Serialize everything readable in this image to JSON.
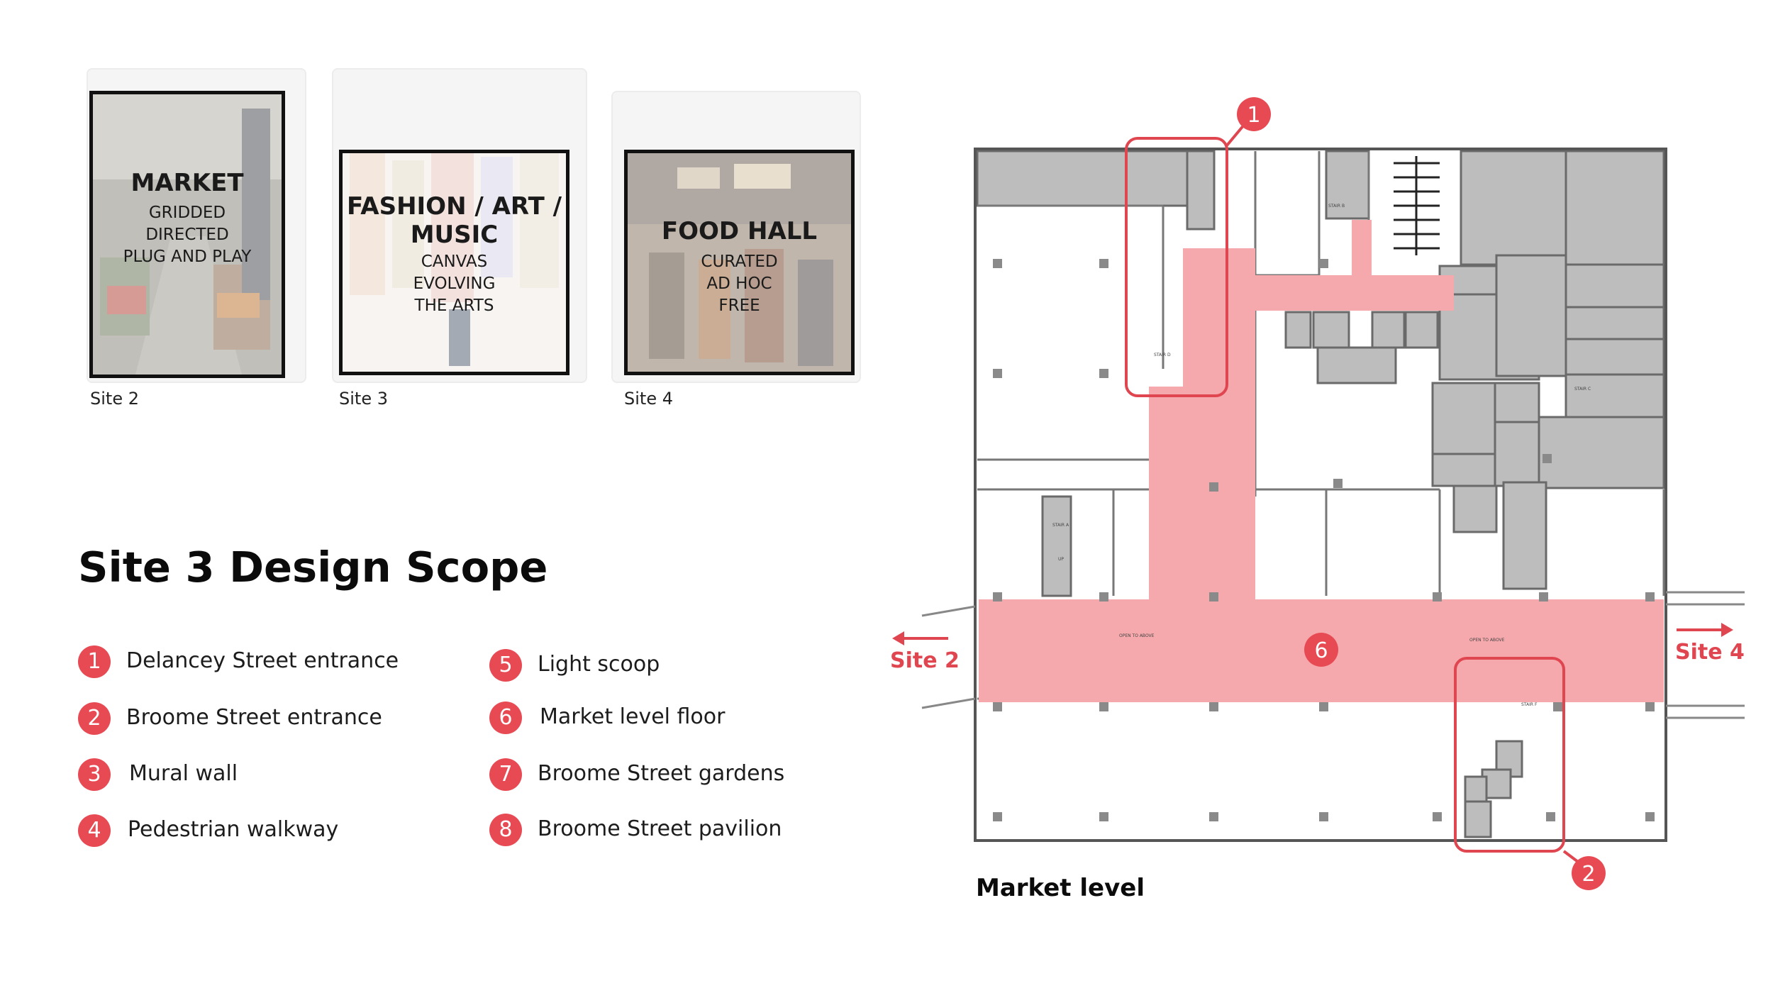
{
  "sites": [
    {
      "caption": "Site 2",
      "title": "MARKET",
      "lines": [
        "GRIDDED",
        "DIRECTED",
        "PLUG AND PLAY"
      ]
    },
    {
      "caption": "Site 3",
      "title_lines": [
        "FASHION / ART /",
        "MUSIC"
      ],
      "lines": [
        "CANVAS",
        "EVOLVING",
        "THE ARTS"
      ]
    },
    {
      "caption": "Site 4",
      "title": "FOOD HALL",
      "lines": [
        "CURATED",
        "AD HOC",
        "FREE"
      ]
    }
  ],
  "scope": {
    "title": "Site 3 Design Scope",
    "items": [
      {
        "num": "1",
        "label": "Delancey Street entrance"
      },
      {
        "num": "2",
        "label": "Broome Street entrance"
      },
      {
        "num": "3",
        "label": "Mural wall"
      },
      {
        "num": "4",
        "label": "Pedestrian walkway"
      },
      {
        "num": "5",
        "label": "Light scoop"
      },
      {
        "num": "6",
        "label": "Market level floor"
      },
      {
        "num": "7",
        "label": "Broome Street gardens"
      },
      {
        "num": "8",
        "label": "Broome Street pavilion"
      }
    ]
  },
  "plan": {
    "caption": "Market level",
    "west_label": "Site 2",
    "east_label": "Site 4",
    "markers": [
      "1",
      "2",
      "6"
    ],
    "room_labels": {
      "stair_d": "STAIR D",
      "stair_b": "STAIR B",
      "stair_a": "STAIR A",
      "up": "UP",
      "stair_c": "STAIR C",
      "stair_f": "STAIR F",
      "open_left": "OPEN TO ABOVE",
      "open_right": "OPEN TO ABOVE"
    }
  },
  "colors": {
    "accent": "#e84a54",
    "highlight": "#f6a9ad",
    "room_gray": "#bdbdbd",
    "wall": "#555555"
  }
}
